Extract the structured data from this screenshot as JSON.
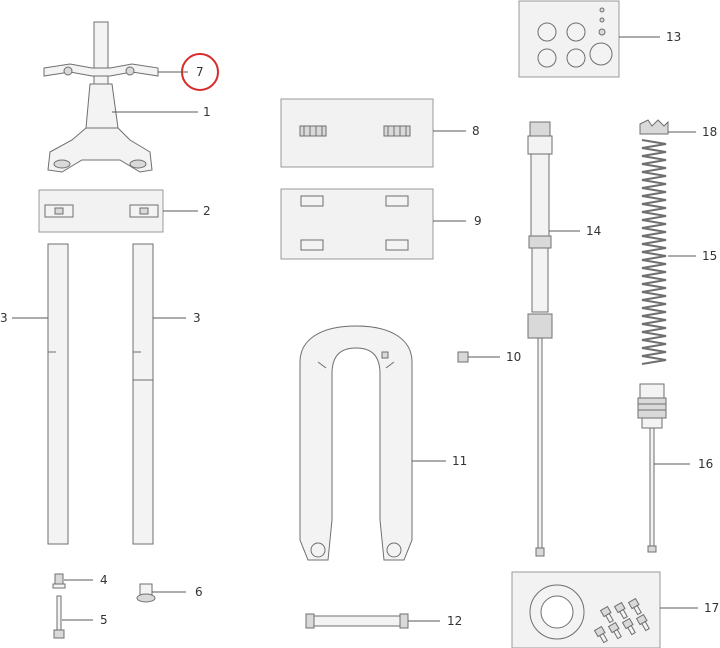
{
  "callouts": {
    "c1": "1",
    "c2": "2",
    "c3a": "3",
    "c3b": "3",
    "c4": "4",
    "c5": "5",
    "c6": "6",
    "c7": "7",
    "c8": "8",
    "c9": "9",
    "c10": "10",
    "c11": "11",
    "c12": "12",
    "c13": "13",
    "c14": "14",
    "c15": "15",
    "c16": "16",
    "c17": "17"
  },
  "highlight": {
    "callout": "7",
    "color": "#d62b2b"
  },
  "colors": {
    "line": "#6f6f6f",
    "fill": "#f3f3f3",
    "box": "#f2f2f2"
  }
}
